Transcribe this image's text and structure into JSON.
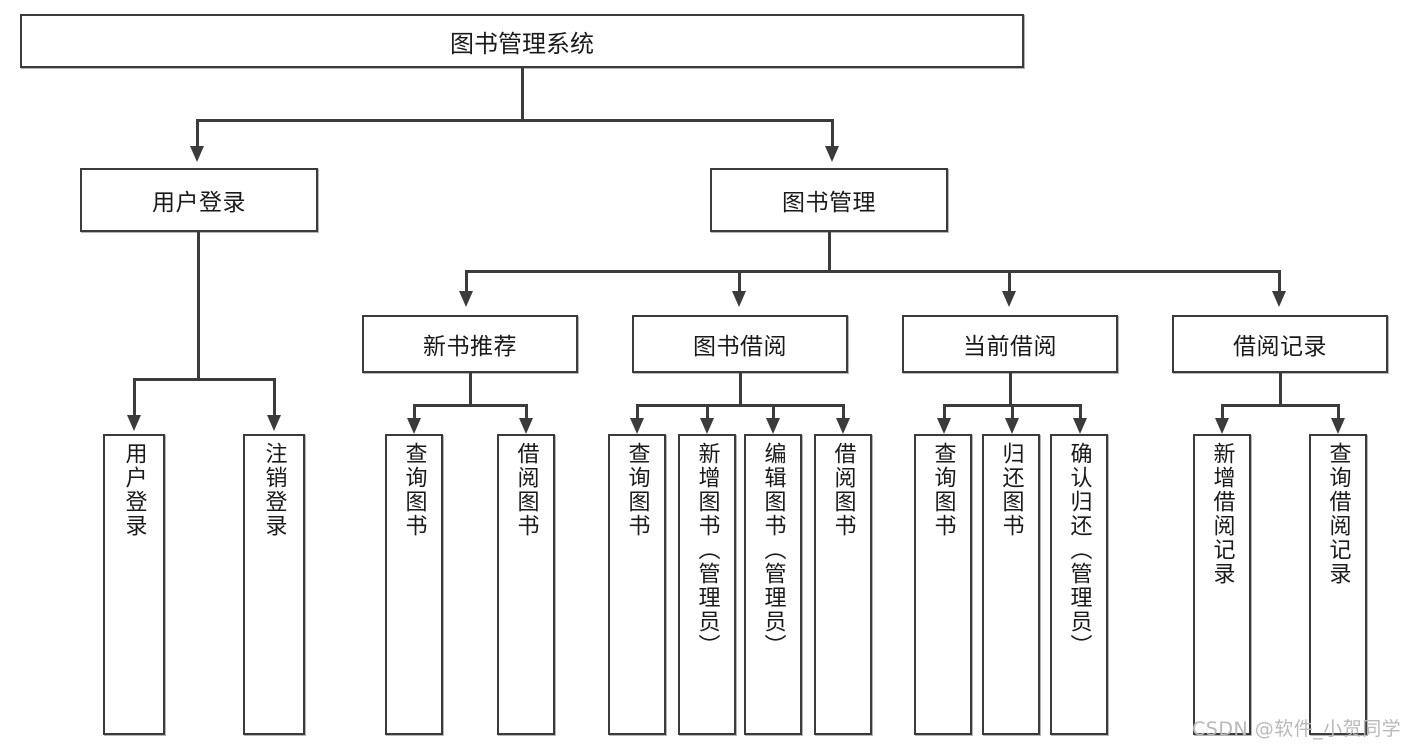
{
  "diagram": {
    "title": "图书管理系统",
    "type": "hierarchy-tree",
    "root": {
      "id": "root",
      "label": "图书管理系统"
    },
    "level2": [
      {
        "id": "user-login",
        "label": "用户登录"
      },
      {
        "id": "book-management",
        "label": "图书管理"
      }
    ],
    "level3": [
      {
        "id": "new-book-recommend",
        "label": "新书推荐",
        "parent": "book-management"
      },
      {
        "id": "book-borrow",
        "label": "图书借阅",
        "parent": "book-management"
      },
      {
        "id": "current-borrow",
        "label": "当前借阅",
        "parent": "book-management"
      },
      {
        "id": "borrow-record",
        "label": "借阅记录",
        "parent": "book-management"
      }
    ],
    "leaves": {
      "user_login": [
        {
          "id": "leaf-user-login",
          "label": "用户登录"
        },
        {
          "id": "leaf-logout",
          "label": "注销登录"
        }
      ],
      "new_book_recommend": [
        {
          "id": "leaf-query-book-1",
          "label": "查询图书"
        },
        {
          "id": "leaf-borrow-book-1",
          "label": "借阅图书"
        }
      ],
      "book_borrow": [
        {
          "id": "leaf-query-book-2",
          "label": "查询图书"
        },
        {
          "id": "leaf-add-book",
          "label": "新增图书（管理员）"
        },
        {
          "id": "leaf-edit-book",
          "label": "编辑图书（管理员）"
        },
        {
          "id": "leaf-borrow-book-2",
          "label": "借阅图书"
        }
      ],
      "current_borrow": [
        {
          "id": "leaf-query-book-3",
          "label": "查询图书"
        },
        {
          "id": "leaf-return-book",
          "label": "归还图书"
        },
        {
          "id": "leaf-confirm-return",
          "label": "确认归还（管理员）"
        }
      ],
      "borrow_record": [
        {
          "id": "leaf-add-record",
          "label": "新增借阅记录"
        },
        {
          "id": "leaf-query-record",
          "label": "查询借阅记录"
        }
      ]
    }
  },
  "watermark": {
    "text": "CSDN @软件_小贺同学"
  },
  "colors": {
    "stroke": "#3b3b3b",
    "fill": "#ffffff",
    "text": "#1a1a1a",
    "watermark": "#b9b9b9"
  }
}
